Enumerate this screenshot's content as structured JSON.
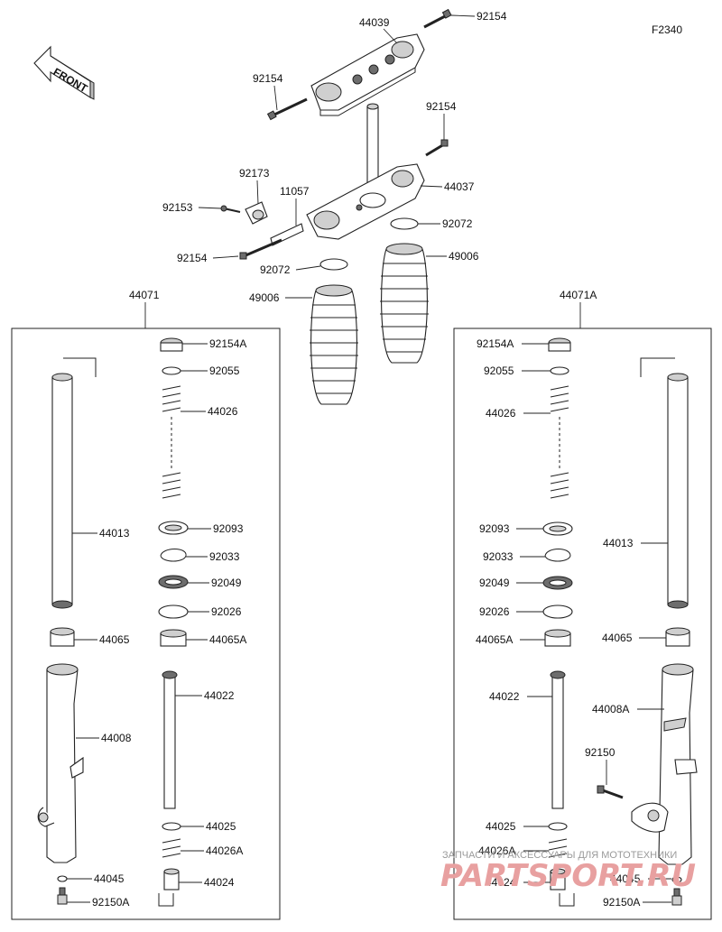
{
  "figure_code": "F2340",
  "front_label": "FRONT",
  "labels": {
    "l44039": "44039",
    "l92154_t1": "92154",
    "l92154_t2": "92154",
    "l92154_t3": "92154",
    "l92154_t4": "92154",
    "l92173": "92173",
    "l11057": "11057",
    "l92153": "92153",
    "l44037": "44037",
    "l92072_a": "92072",
    "l92072_b": "92072",
    "l49006_a": "49006",
    "l49006_b": "49006",
    "l44071": "44071",
    "l44071A": "44071A",
    "L_92154A": "92154A",
    "L_92055": "92055",
    "L_44026": "44026",
    "L_92093": "92093",
    "L_92033": "92033",
    "L_92049": "92049",
    "L_92026": "92026",
    "L_44065": "44065",
    "L_44065A": "44065A",
    "L_44013": "44013",
    "L_44022": "44022",
    "L_44008": "44008",
    "L_44025": "44025",
    "L_44026A": "44026A",
    "L_44045": "44045",
    "L_44024": "44024",
    "L_92150A": "92150A",
    "R_92154A": "92154A",
    "R_92055": "92055",
    "R_44026": "44026",
    "R_92093": "92093",
    "R_92033": "92033",
    "R_92049": "92049",
    "R_92026": "92026",
    "R_44065A": "44065A",
    "R_44065": "44065",
    "R_44013": "44013",
    "R_44022": "44022",
    "R_44008A": "44008A",
    "R_92150": "92150",
    "R_44025": "44025",
    "R_44026A": "44026A",
    "R_44024": "44024",
    "R_44045": "44045",
    "R_92150A": "92150A"
  },
  "watermark": {
    "caption": "ЗАПЧАСТИ И АКСЕССУАРЫ ДЛЯ МОТОТЕХНИКИ",
    "brand": "PARTSPORT.RU"
  }
}
